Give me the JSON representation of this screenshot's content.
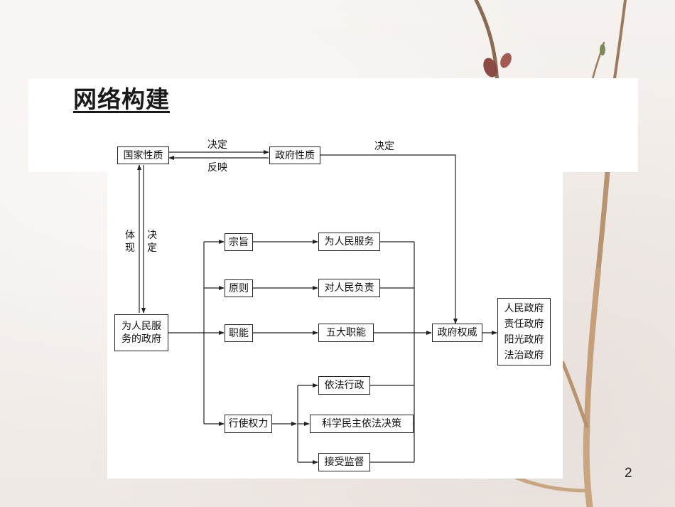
{
  "slide": {
    "title": "网络构建",
    "page_number": "2"
  },
  "diagram": {
    "nodes": {
      "national_nature": "国家性质",
      "gov_nature": "政府性质",
      "serve_people_gov": "为人民服务的政府",
      "purpose": "宗旨",
      "principle": "原则",
      "functions": "职能",
      "exercise_power": "行使权力",
      "serve_people": "为人民服务",
      "responsible_people": "对人民负责",
      "five_functions": "五大职能",
      "law_admin": "依法行政",
      "sci_democratic": "科学民主依法决策",
      "accept_supervision": "接受监督",
      "gov_authority": "政府权威",
      "gov_types": [
        "人民政府",
        "责任政府",
        "阳光政府",
        "法治政府"
      ]
    },
    "edge_labels": {
      "decides_top": "决定",
      "reflects": "反映",
      "decides_right": "决定",
      "embodies": "体现",
      "decides_vertical": "决定"
    }
  }
}
